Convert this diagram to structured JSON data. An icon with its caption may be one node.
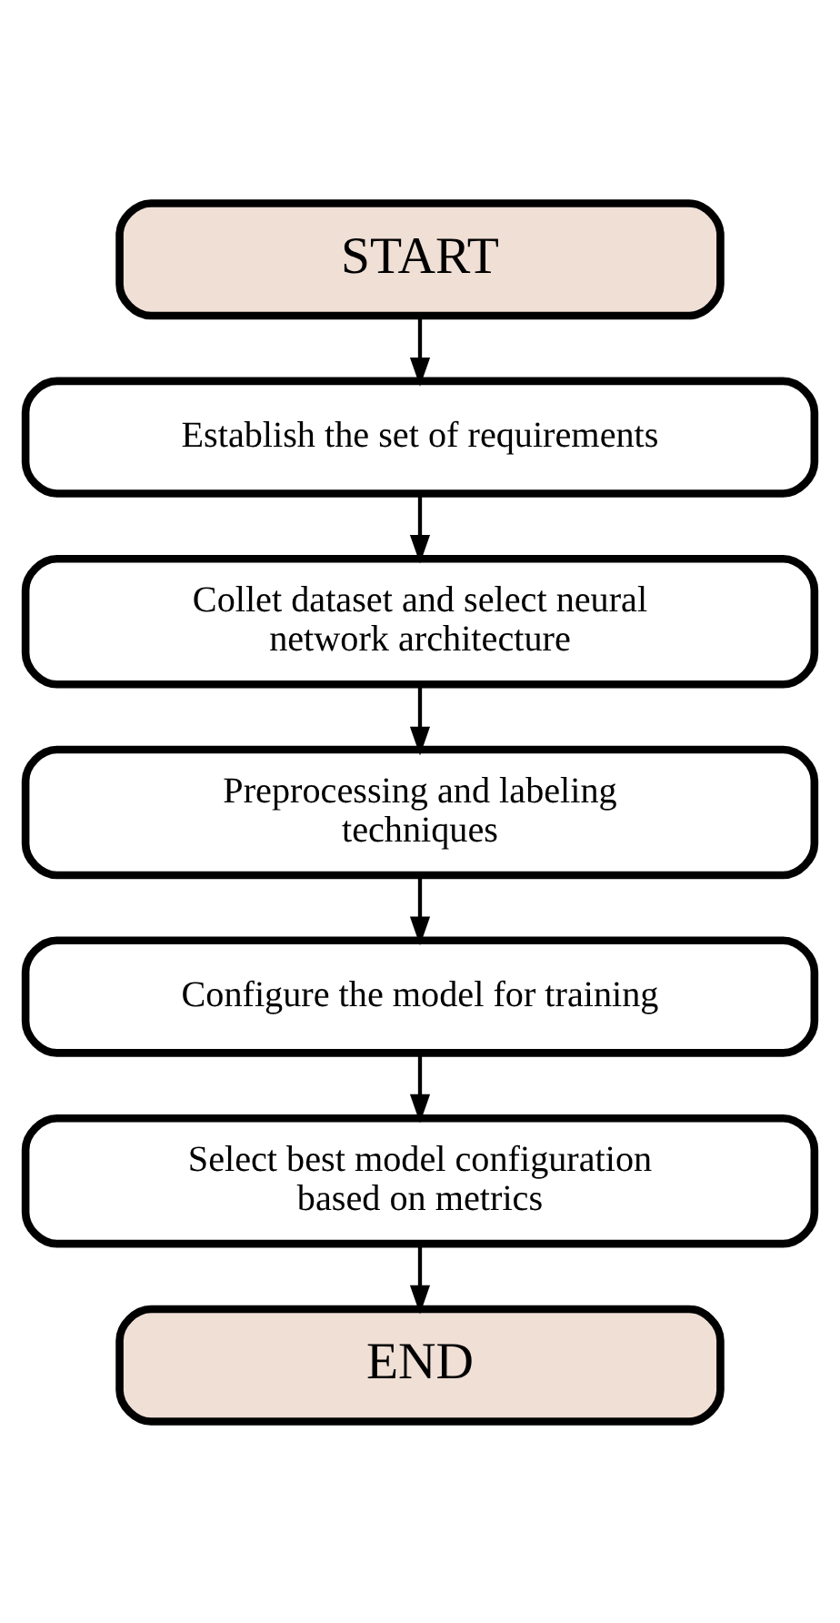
{
  "diagram": {
    "nodes": [
      {
        "text": [
          "START"
        ]
      },
      {
        "text": [
          "Establish the set of requirements"
        ]
      },
      {
        "text": [
          "Collet dataset and select neural network architecture"
        ]
      },
      {
        "text": [
          "Preprocessing and labeling techniques"
        ]
      },
      {
        "text": [
          "Configure the model for training"
        ]
      },
      {
        "text": [
          "Select best model configuration based on metrics"
        ]
      },
      {
        "text": [
          "END"
        ]
      }
    ],
    "edges": [
      {
        "from": 0,
        "to": 1,
        "arrow": "to"
      },
      {
        "from": 1,
        "to": 2,
        "arrow": "to"
      },
      {
        "from": 2,
        "to": 3,
        "arrow": "to"
      },
      {
        "from": 3,
        "to": 4,
        "arrow": "to"
      },
      {
        "from": 4,
        "to": 5,
        "arrow": "to"
      },
      {
        "from": 5,
        "to": 6,
        "arrow": "to"
      }
    ]
  }
}
